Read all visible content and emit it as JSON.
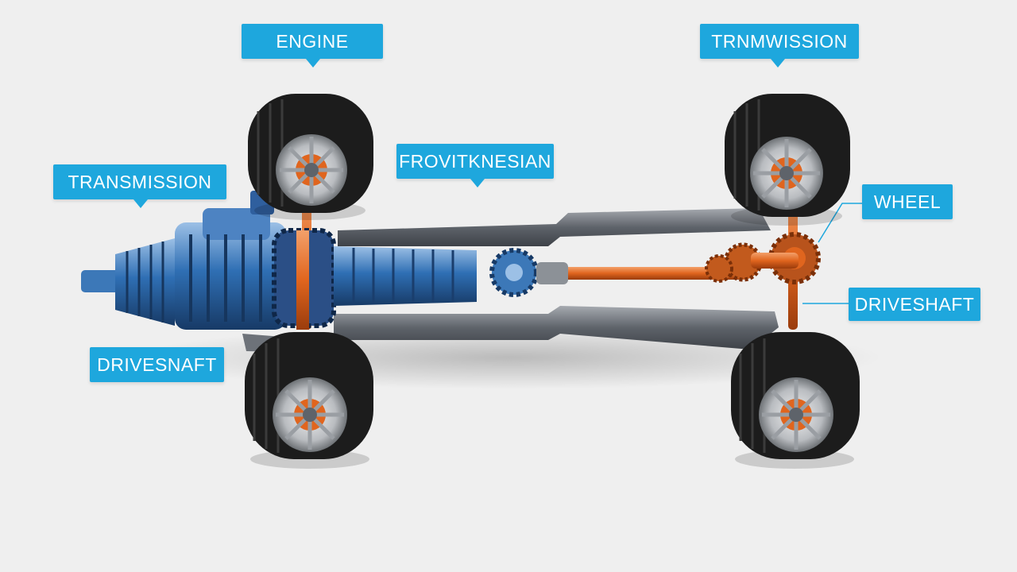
{
  "labels": {
    "engine": "ENGINE",
    "transmission_top": "TRNMWISSION",
    "front_transmission": "FROVITKNESIAN",
    "transmission_left": "TRANSMISSION",
    "wheel": "WHEEL",
    "driveshaft_right": "DRIVESHAFT",
    "driveshaft_left": "DRIVESNAFT"
  },
  "colors": {
    "background": "#efefef",
    "label_fill": "#1ea7dd",
    "label_text": "#ffffff",
    "engine_blue": "#2f5f9e",
    "shaft_orange": "#e0651e",
    "frame_gray": "#7c8087",
    "tire_black": "#1c1c1c"
  }
}
